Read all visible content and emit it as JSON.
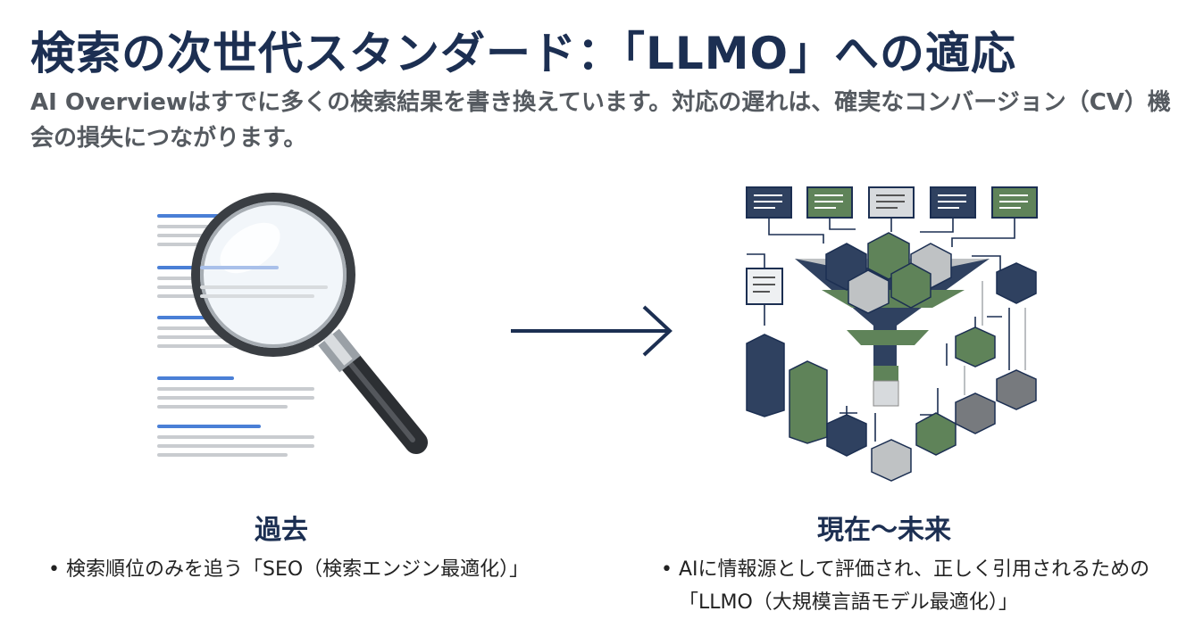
{
  "title": "検索の次世代スタンダード：「LLMO」への適応",
  "subtitle": "AI Overviewはすでに多くの検索結果を書き換えています。対応の遅れは、確実なコンバージョン（CV）機会の損失につながります。",
  "past": {
    "heading": "過去",
    "bullet": "検索順位のみを追う「SEO（検索エンジン最適化）」",
    "illustration_icon": "magnifying-glass-over-search-results-icon"
  },
  "future": {
    "heading": "現在〜未来",
    "bullet": "AIに情報源として評価され、正しく引用されるための「LLMO（大規模言語モデル最適化）」",
    "illustration_icon": "ai-funnel-information-synthesis-icon"
  },
  "transition_icon": "right-arrow-icon",
  "colors": {
    "navy": "#1c2f52",
    "dark_blue_block": "#2f4160",
    "green_block": "#5f8359",
    "gray_block": "#bfc2c4",
    "link_blue": "#4a7fd6"
  }
}
